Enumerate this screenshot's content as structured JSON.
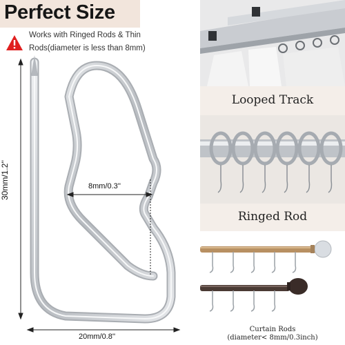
{
  "title": "Perfect Size",
  "warning": {
    "text": "Works with Ringed Rods & Thin Rods(diameter is less than 8mm)",
    "icon": "warning-icon",
    "color": "#e02020"
  },
  "dimensions": {
    "height": "30mm/1.2''",
    "inner_width": "8mm/0.3''",
    "bottom_width": "20mm/0.8''"
  },
  "panels": {
    "track_caption": "Looped Track",
    "rod_caption": "Ringed Rod",
    "curtain_rods_caption_1": "Curtain Rods",
    "curtain_rods_caption_2": "(diameter< 8mm/0.3inch)"
  },
  "colors": {
    "title_bg": "#f2e5dc",
    "caption_bg": "#f4eee9",
    "metal": "#c9ccd0"
  }
}
